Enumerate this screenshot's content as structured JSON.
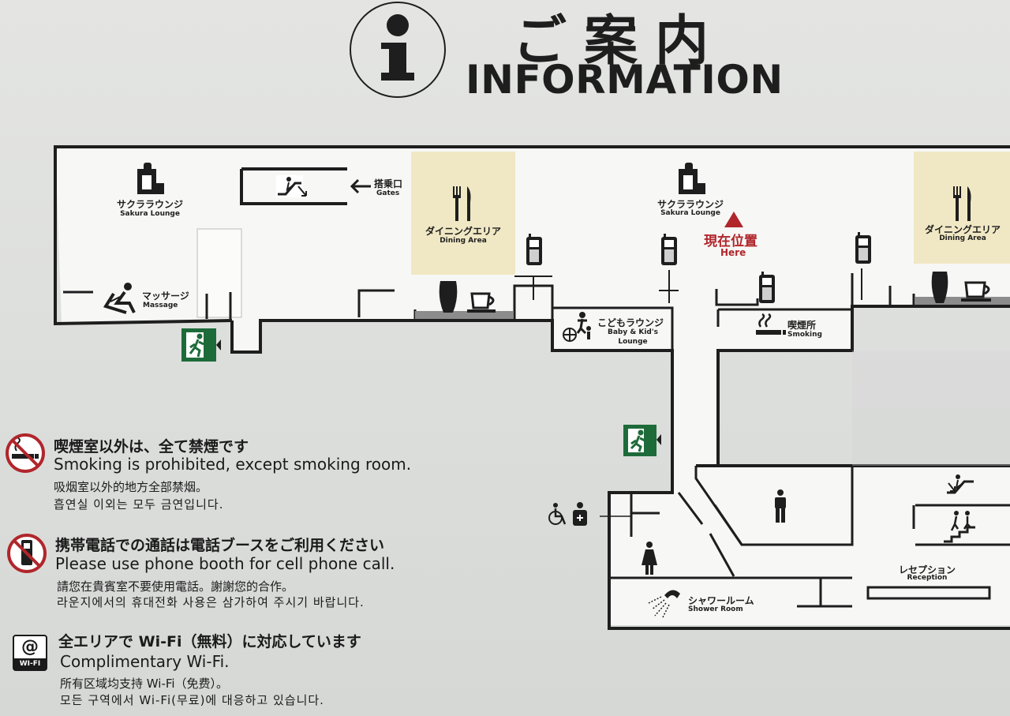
{
  "header": {
    "title_jp": "ご案内",
    "title_en": "INFORMATION",
    "info_glyph": "i"
  },
  "map": {
    "lounge_left": {
      "jp": "サクララウンジ",
      "en": "Sakura Lounge"
    },
    "lounge_center": {
      "jp": "サクララウンジ",
      "en": "Sakura Lounge"
    },
    "gates": {
      "jp": "搭乗口",
      "en": "Gates"
    },
    "dining_left": {
      "jp": "ダイニングエリア",
      "en": "Dining Area"
    },
    "dining_right": {
      "jp": "ダイニングエリア",
      "en": "Dining Area"
    },
    "massage": {
      "jp": "マッサージ",
      "en": "Massage"
    },
    "kids_lounge": {
      "jp": "こどもラウンジ",
      "en_line1": "Baby & Kid's",
      "en_line2": "Lounge"
    },
    "smoking": {
      "jp": "喫煙所",
      "en": "Smoking"
    },
    "current_location": {
      "jp": "現在位置",
      "en": "Here"
    },
    "shower": {
      "jp": "シャワールーム",
      "en": "Shower Room"
    },
    "reception": {
      "jp": "レセプション",
      "en": "Reception"
    },
    "icons": [
      "lounge-seat-icon",
      "escalator-icon",
      "fork-knife-icon",
      "phone-icon",
      "vase-icon",
      "coffee-cup-icon",
      "massage-chair-icon",
      "emergency-exit-icon",
      "kids-icon",
      "smoking-icon",
      "accessible-toilet-icon",
      "male-toilet-icon",
      "female-toilet-icon",
      "stairs-icon",
      "shower-icon"
    ]
  },
  "notices": {
    "no_smoking": {
      "jp": "喫煙室以外は、全て禁煙です",
      "en": "Smoking is prohibited, except smoking room.",
      "zh": "吸烟室以外的地方全部禁烟。",
      "ko": "흡연실 이외는 모두 금연입니다."
    },
    "phone": {
      "jp": "携帯電話での通話は電話ブースをご利用ください",
      "en": "Please use phone booth for cell phone call.",
      "zh": "請您在貴賓室不要使用電話。謝謝您的合作。",
      "ko": "라운지에서의 휴대전화 사용은 삼가하여 주시기 바랍니다."
    },
    "wifi": {
      "jp": "全エリアで Wi-Fi（無料）に対応しています",
      "en": "Complimentary Wi-Fi.",
      "zh": "所有区域均支持 Wi-Fi（免费）。",
      "ko": "모든 구역에서 Wi-Fi(무료)에 대응하고 있습니다.",
      "icon_at": "@",
      "icon_label": "WI-FI"
    }
  },
  "colors": {
    "dining_fill": "#f0e8c4",
    "here_red": "#b0262b",
    "exit_green": "#1e6b3a",
    "wall": "#1e1e1e"
  }
}
